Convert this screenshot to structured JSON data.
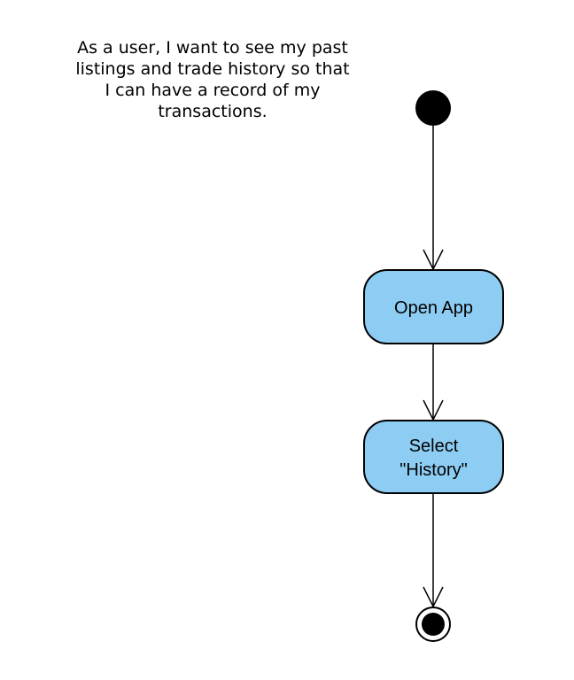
{
  "story": {
    "lines": [
      "As a user, I want to see my past",
      "listings and trade history so that",
      "I can have a record of my",
      "transactions."
    ]
  },
  "nodes": {
    "open_app": {
      "label": "Open App"
    },
    "select_history": {
      "label_line1": "Select",
      "label_line2": "\"History\""
    }
  },
  "colors": {
    "activity_fill": "#8ecdf3",
    "stroke": "#000000",
    "start_fill": "#000000",
    "end_fill": "#000000"
  },
  "icons": {
    "start": "filled-circle-icon",
    "end": "bullseye-icon",
    "arrow": "open-arrowhead-icon"
  }
}
